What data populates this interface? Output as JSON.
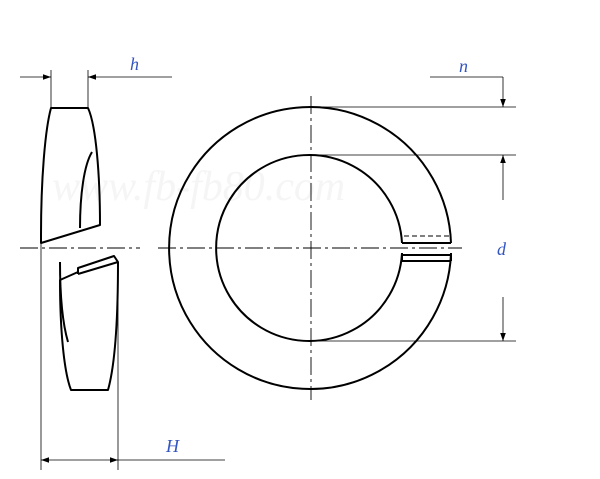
{
  "labels": {
    "h": "h",
    "n": "n",
    "d": "d",
    "H": "H"
  },
  "watermark": "www.fb-fb80.com",
  "colors": {
    "label": "#3355c0",
    "line": "#000000"
  }
}
